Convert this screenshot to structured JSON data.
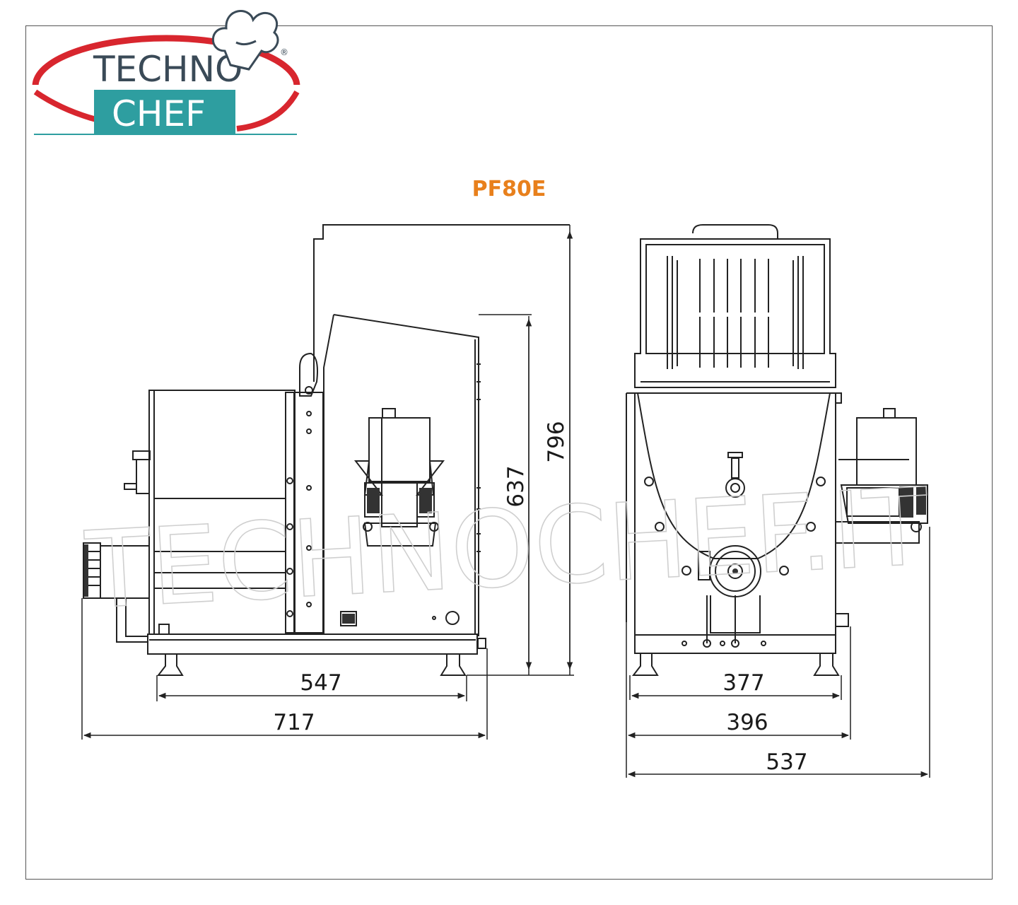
{
  "logo": {
    "line1": "TECHNO",
    "line2": "CHEF",
    "reg": "®"
  },
  "model": "PF80E",
  "watermark": "TECHNOCHEF.IT",
  "side_view": {
    "width_feet": "547",
    "width_total": "717",
    "height_body": "637",
    "height_total": "796"
  },
  "front_view": {
    "width_feet": "377",
    "width_base": "396",
    "width_total": "537"
  },
  "colors": {
    "logo_red": "#d8262e",
    "logo_teal": "#2e9ea0",
    "logo_dark": "#3a4a57",
    "title_orange": "#e8801c",
    "line": "#222222"
  }
}
